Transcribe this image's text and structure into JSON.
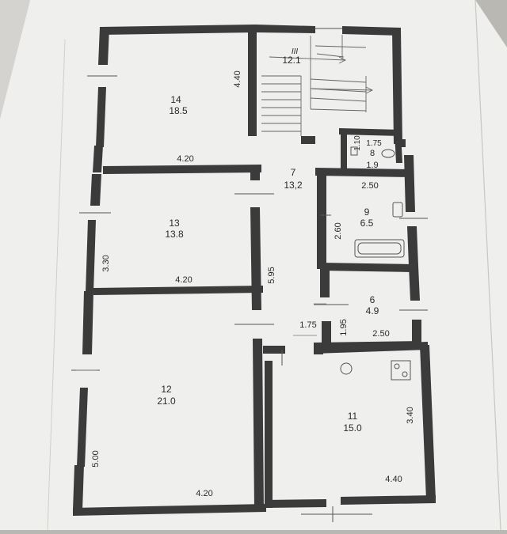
{
  "plan": {
    "paper_color": "#efefed",
    "ink_color": "#333333",
    "rooms": [
      {
        "id": "14",
        "number": "14",
        "area": "18.5"
      },
      {
        "id": "13",
        "number": "13",
        "area": "13.8"
      },
      {
        "id": "12",
        "number": "12",
        "area": "21.0"
      },
      {
        "id": "7",
        "number": "7",
        "area": "13,2"
      },
      {
        "id": "stair",
        "number": "III",
        "area": "12.1"
      },
      {
        "id": "8",
        "number": "8",
        "area": "1.9"
      },
      {
        "id": "9",
        "number": "9",
        "area": "6.5"
      },
      {
        "id": "6",
        "number": "6",
        "area": "4.9"
      },
      {
        "id": "11",
        "number": "11",
        "area": "15.0"
      }
    ],
    "dimensions": [
      "4.40",
      "4.20",
      "4.20",
      "3.30",
      "5.95",
      "4.20",
      "5.00",
      "1.75",
      "1.10",
      "2.50",
      "2.60",
      "1.75",
      "1.95",
      "2.50",
      "3.40",
      "4.40"
    ]
  }
}
